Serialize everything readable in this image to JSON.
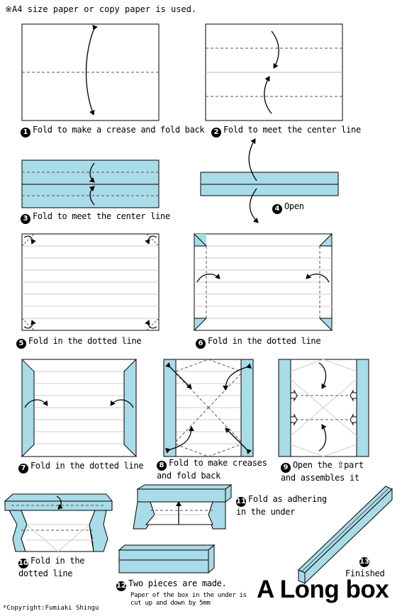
{
  "header_note": "※A4 size paper or copy paper is used.",
  "colors": {
    "paper_blue": "#a9dbe8",
    "line_gray": "#cccccc",
    "outline": "#000000"
  },
  "steps": [
    {
      "num": "1",
      "text": "Fold to make a crease and fold back"
    },
    {
      "num": "2",
      "text": "Fold to meet the center line"
    },
    {
      "num": "3",
      "text": "Fold to meet the center line"
    },
    {
      "num": "4",
      "text": "Open"
    },
    {
      "num": "5",
      "text": "Fold in the dotted line"
    },
    {
      "num": "6",
      "text": "Fold in the dotted line"
    },
    {
      "num": "7",
      "text": "Fold in the dotted line"
    },
    {
      "num": "8",
      "text": "Fold to make creases\nand fold back"
    },
    {
      "num": "9",
      "text_before": "Open the",
      "icon": "up-arrow-icon",
      "text_after": "part\nand assembles it"
    },
    {
      "num": "10",
      "text": "Fold in the\ndotted line"
    },
    {
      "num": "11",
      "text": "Fold as adhering\nin the under"
    },
    {
      "num": "12",
      "text": "Two pieces are made."
    },
    {
      "num": "13",
      "text": "Finished"
    }
  ],
  "step12_note": "Paper of the box in the under is\ncut up and down by 5mm",
  "title": "A Long box",
  "copyright": "*Copyright:Fumiaki Shingu"
}
